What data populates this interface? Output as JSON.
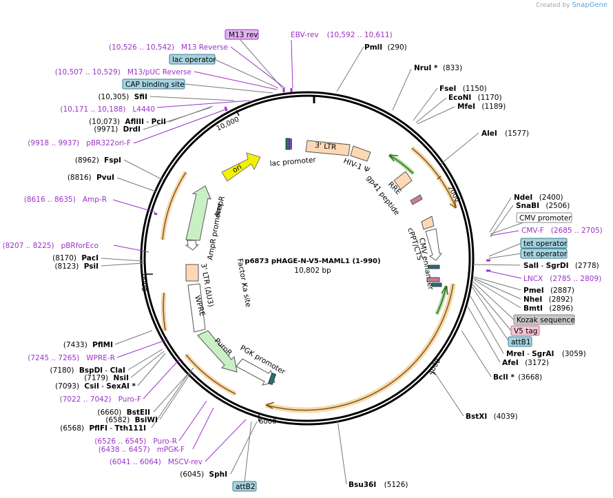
{
  "credit": {
    "prefix": "Created by",
    "brand": "SnapGene"
  },
  "plasmid": {
    "name": "p6873 pHAGE-N-V5-MAML1 (1-990)",
    "size_label": "10,802 bp",
    "length": 10802
  },
  "ticks": [
    "2000",
    "4000",
    "6000",
    "8000",
    "10,000"
  ],
  "features": [
    {
      "label": "3' LTR",
      "kind": "ltr"
    },
    {
      "label": "HIV-1 Ψ"
    },
    {
      "label": "RRE"
    },
    {
      "label": "gp41 peptide"
    },
    {
      "label": "cPPT/CTS"
    },
    {
      "label": "CMV enhancer"
    },
    {
      "label": "lac promoter"
    },
    {
      "label": "ori"
    },
    {
      "label": "AmpR"
    },
    {
      "label": "AmpR promoter"
    },
    {
      "label": "3' LTR (ΔU3)"
    },
    {
      "label": "Factor Xa site"
    },
    {
      "label": "WPRE"
    },
    {
      "label": "PuroR"
    },
    {
      "label": "PGK promoter"
    }
  ],
  "enzymes": [
    {
      "name": "PmlI",
      "pos": "(290)"
    },
    {
      "name": "NruI *",
      "pos": "(833)"
    },
    {
      "name": "FseI",
      "pos": "(1150)"
    },
    {
      "name": "EcoNI",
      "pos": "(1170)"
    },
    {
      "name": "MfeI",
      "pos": "(1189)"
    },
    {
      "name": "AleI",
      "pos": "(1577)"
    },
    {
      "name": "NdeI",
      "pos": "(2400)"
    },
    {
      "name": "SnaBI",
      "pos": "(2506)"
    },
    {
      "name": "SalI",
      "name2": "SgrDI",
      "pos": "(2778)"
    },
    {
      "name": "PmeI",
      "pos": "(2887)"
    },
    {
      "name": "NheI",
      "pos": "(2892)"
    },
    {
      "name": "BmtI",
      "pos": "(2896)"
    },
    {
      "name": "MreI",
      "name2": "SgrAI",
      "pos": "(3059)"
    },
    {
      "name": "AfeI",
      "pos": "(3172)"
    },
    {
      "name": "BclI *",
      "pos": "(3668)"
    },
    {
      "name": "BstXI",
      "pos": "(4039)"
    },
    {
      "name": "Bsu36I",
      "pos": "(5126)"
    },
    {
      "name": "SphI",
      "pos": "(6045)"
    },
    {
      "name": "PflFI",
      "name2": "Tth111I",
      "pos": "(6568)"
    },
    {
      "name": "BsiWI",
      "pos": "(6582)"
    },
    {
      "name": "BstEII",
      "pos": "(6660)"
    },
    {
      "name": "CsiI",
      "name2": "SexAI *",
      "pos": "(7093)"
    },
    {
      "name": "NsiI",
      "pos": "(7179)"
    },
    {
      "name": "BspDI",
      "name2": "ClaI",
      "pos": "(7180)"
    },
    {
      "name": "PflMI",
      "pos": "(7433)"
    },
    {
      "name": "PsiI",
      "pos": "(8123)"
    },
    {
      "name": "PacI",
      "pos": "(8170)"
    },
    {
      "name": "PvuI",
      "pos": "(8816)"
    },
    {
      "name": "FspI",
      "pos": "(8962)"
    },
    {
      "name": "DrdI",
      "pos": "(9971)"
    },
    {
      "name": "AflIII",
      "name2": "PciI",
      "pos": "(10,073)"
    },
    {
      "name": "SfiI",
      "pos": "(10,305)"
    }
  ],
  "primers": [
    {
      "name": "EBV-rev",
      "range": "(10,592 .. 10,611)"
    },
    {
      "name": "M13 Reverse",
      "range": "(10,526 .. 10,542)"
    },
    {
      "name": "M13/pUC Reverse",
      "range": "(10,507 .. 10,529)"
    },
    {
      "name": "L4440",
      "range": "(10,171 .. 10,188)"
    },
    {
      "name": "pBR322ori-F",
      "range": "(9918 .. 9937)"
    },
    {
      "name": "Amp-R",
      "range": "(8616 .. 8635)"
    },
    {
      "name": "pBRforEco",
      "range": "(8207 .. 8225)"
    },
    {
      "name": "WPRE-R",
      "range": "(7245 .. 7265)"
    },
    {
      "name": "Puro-F",
      "range": "(7022 .. 7042)"
    },
    {
      "name": "Puro-R",
      "range": "(6526 .. 6545)"
    },
    {
      "name": "mPGK-F",
      "range": "(6438 .. 6457)"
    },
    {
      "name": "MSCV-rev",
      "range": "(6041 .. 6064)"
    },
    {
      "name": "CMV-F",
      "range": "(2685 .. 2705)"
    },
    {
      "name": "LNCX",
      "range": "(2785 .. 2809)"
    }
  ],
  "boxes": [
    {
      "label": "M13 rev",
      "fill": "#e0b3f0",
      "stroke": "#9b30c8"
    },
    {
      "label": "lac operator",
      "fill": "#a7d3df",
      "stroke": "#3a7d94"
    },
    {
      "label": "CAP binding site",
      "fill": "#a7d3df",
      "stroke": "#3a7d94"
    },
    {
      "label": "CMV promoter",
      "fill": "#ffffff",
      "stroke": "#888888"
    },
    {
      "label": "tet operator",
      "fill": "#a7d3df",
      "stroke": "#3a7d94"
    },
    {
      "label": "tet operator",
      "fill": "#a7d3df",
      "stroke": "#3a7d94"
    },
    {
      "label": "Kozak sequence",
      "fill": "#c8c8c8",
      "stroke": "#888888"
    },
    {
      "label": "V5 tag",
      "fill": "#f3c6d4",
      "stroke": "#c46a86"
    },
    {
      "label": "attB1",
      "fill": "#a7d3df",
      "stroke": "#3a7d94"
    },
    {
      "label": "attB2",
      "fill": "#a7d3df",
      "stroke": "#3a7d94"
    }
  ],
  "colors": {
    "primer": "#9b30c8",
    "orange_feature": "#e8a23a",
    "green_feature": "#4caa2f",
    "ori": "#f2f200",
    "ampr": "#c9f0c4",
    "ltr": "#fcd9b4"
  }
}
